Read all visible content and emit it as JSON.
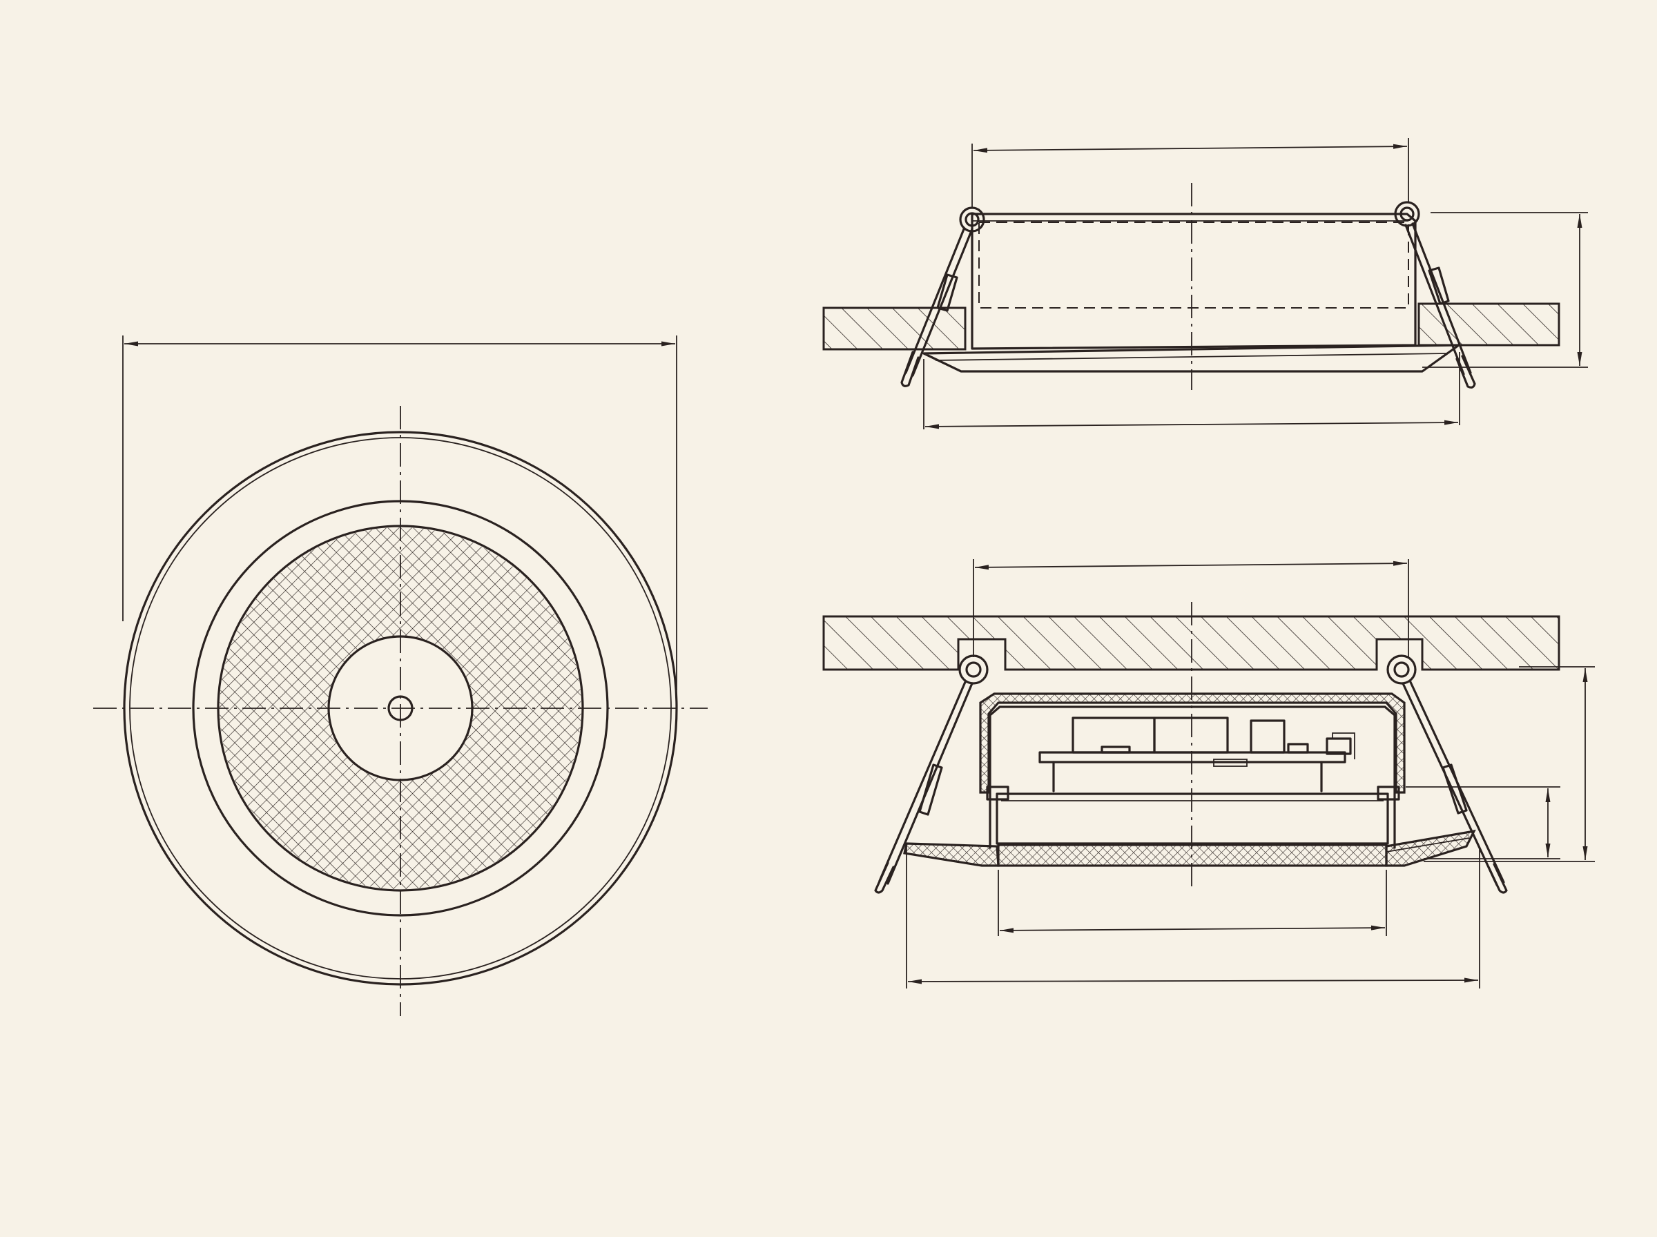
{
  "drawing": {
    "colors": {
      "paper": "#f7f2e7",
      "ink": "#2a2220"
    },
    "views": [
      "front-view",
      "side-view-installed",
      "section-view-installed"
    ],
    "hatching": {
      "wall": "diagonal",
      "lens": "cross-hatch"
    }
  }
}
